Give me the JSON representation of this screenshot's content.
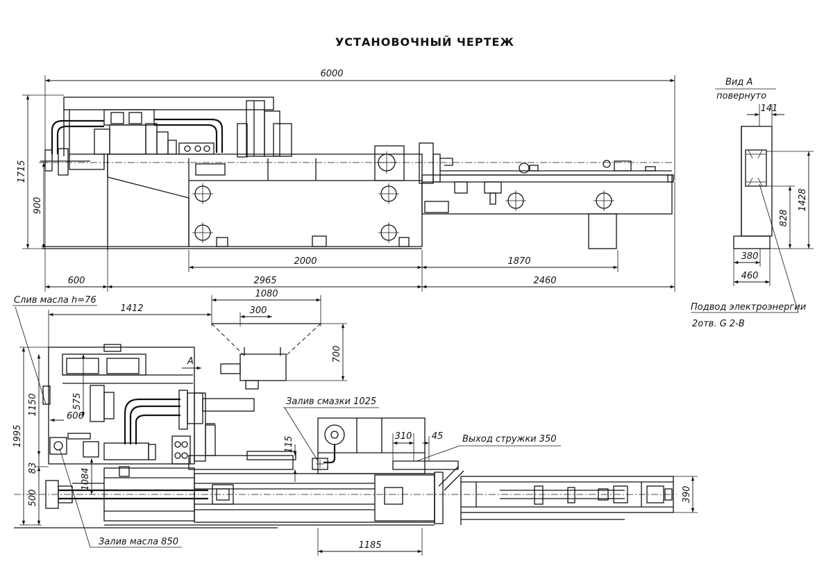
{
  "title": "УСТАНОВОЧНЫЙ ЧЕРТЕЖ",
  "view_label": {
    "line1": "Вид А",
    "line2": "повернуто"
  },
  "view_arrow_letter": "А",
  "callouts": {
    "oil_drain": "Слив масла h=76",
    "lube_fill": "Залив смазки 1025",
    "chip_exit": "Выход стружки 350",
    "power_supply": "Подвод электроэнергии",
    "power_holes": "2отв. G 2-В",
    "oil_fill": "Залив масла 850"
  },
  "dimensions": {
    "front": {
      "total_length": "6000",
      "height": "1715",
      "axis_height": "900",
      "d2000": "2000",
      "d1870": "1870",
      "d600": "600",
      "d2965": "2965",
      "d2460": "2460"
    },
    "side": {
      "d141": "141",
      "d1428": "1428",
      "d828": "828",
      "d380": "380",
      "d460": "460"
    },
    "plan": {
      "d1412": "1412",
      "d1080": "1080",
      "d300": "300",
      "d700": "700",
      "d1995": "1995",
      "d1150": "1150",
      "d575": "575",
      "d606": "606",
      "d83": "83",
      "d500": "500",
      "d1084": "1084",
      "d115": "115",
      "d310": "310",
      "d45": "45",
      "d390": "390",
      "d1185": "1185"
    }
  }
}
